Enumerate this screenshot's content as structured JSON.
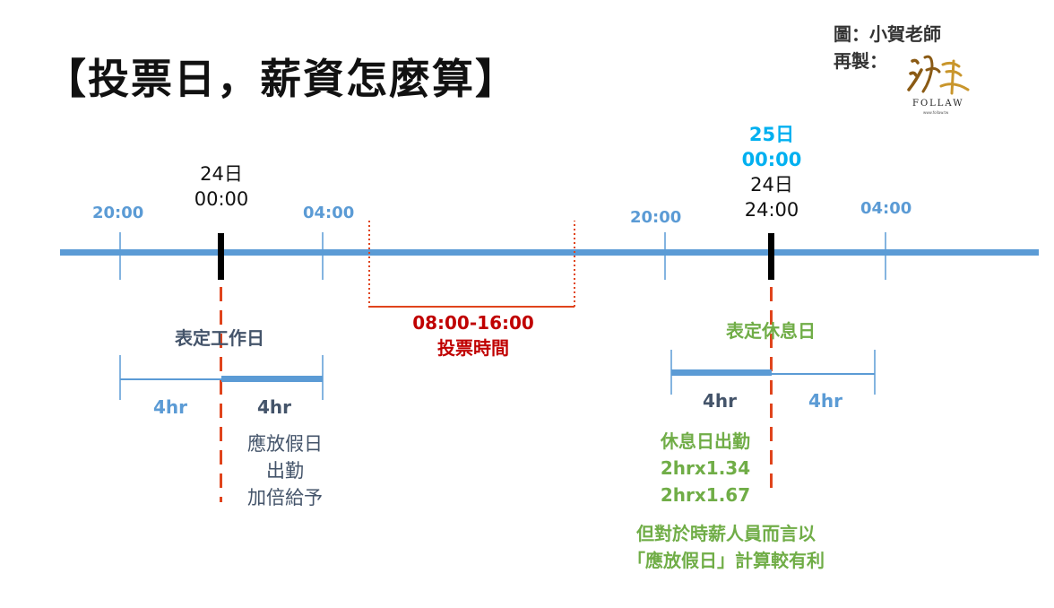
{
  "title": "【投票日，薪資怎麼算】",
  "credit": {
    "line1": "圖：小賀老師",
    "line2": "再製：",
    "logo_text": "FOLLAW",
    "logo_site": "www.follaw.tw"
  },
  "timeline": {
    "ticks_left": [
      "20:00",
      "04:00"
    ],
    "ticks_right": [
      "20:00",
      "04:00"
    ],
    "marker_left": {
      "day": "24日",
      "time": "00:00"
    },
    "marker_right": {
      "day_next": "25日",
      "time_next": "00:00",
      "day": "24日",
      "time": "24:00"
    }
  },
  "voting": {
    "hours": "08:00-16:00",
    "label": "投票時間"
  },
  "left_block": {
    "title": "表定工作日",
    "seg1": "4hr",
    "seg2": "4hr",
    "note": [
      "應放假日",
      "出勤",
      "加倍給予"
    ]
  },
  "right_block": {
    "title": "表定休息日",
    "seg1": "4hr",
    "seg2": "4hr",
    "note": [
      "休息日出勤",
      "2hrx1.34",
      "2hrx1.67"
    ]
  },
  "footer": [
    "但對於時薪人員而言以",
    "「應放假日」計算較有利"
  ],
  "colors": {
    "axis": "#5b9bd5",
    "marker": "#000000",
    "dashed": "#e0441c",
    "voting": "#c00000",
    "slate": "#44546a",
    "green": "#70ad47",
    "cyan": "#00b0f0"
  }
}
